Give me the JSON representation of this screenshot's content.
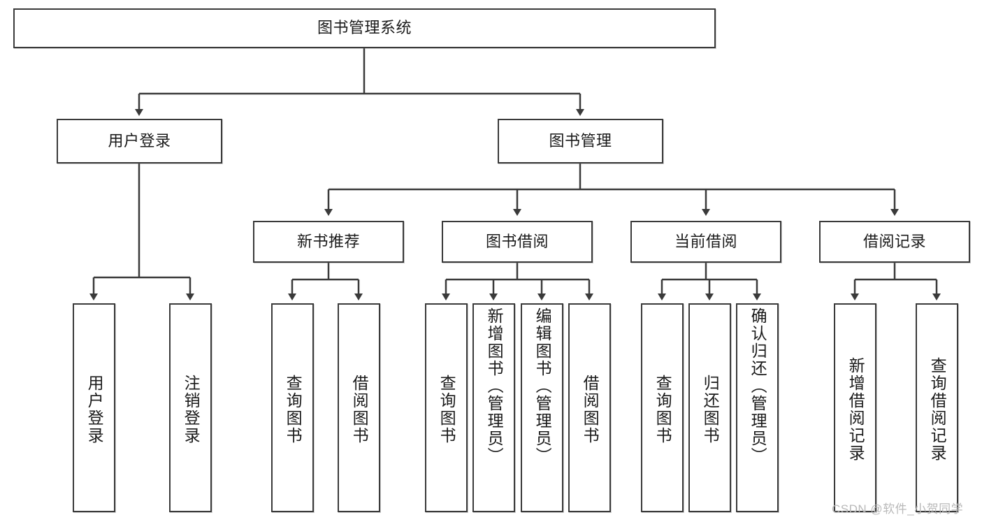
{
  "diagram": {
    "type": "hierarchy-tree",
    "title": "图书管理系统",
    "watermark": "CSDN @软件_小贺同学",
    "colors": {
      "box_border": "#3a3a3a",
      "box_fill": "#ffffff",
      "connector": "#3a3a3a",
      "text": "#1a1a1a",
      "watermark": "#b9b9b9"
    },
    "nodes": {
      "root": "图书管理系统",
      "level2": {
        "user_login": "用户登录",
        "book_manage": "图书管理"
      },
      "level3": {
        "new_book_rec": "新书推荐",
        "book_borrow": "图书借阅",
        "current_borrow": "当前借阅",
        "borrow_record": "借阅记录"
      },
      "leaves": {
        "login_1": "用户登录",
        "login_2": "注销登录",
        "newbook_1": "查询图书",
        "newbook_2": "借阅图书",
        "borrow_1": "查询图书",
        "borrow_2": "新增图书（管理员）",
        "borrow_3": "编辑图书（管理员）",
        "borrow_4": "借阅图书",
        "current_1": "查询图书",
        "current_2": "归还图书",
        "current_3": "确认归还（管理员）",
        "record_1": "新增借阅记录",
        "record_2": "查询借阅记录"
      }
    }
  }
}
